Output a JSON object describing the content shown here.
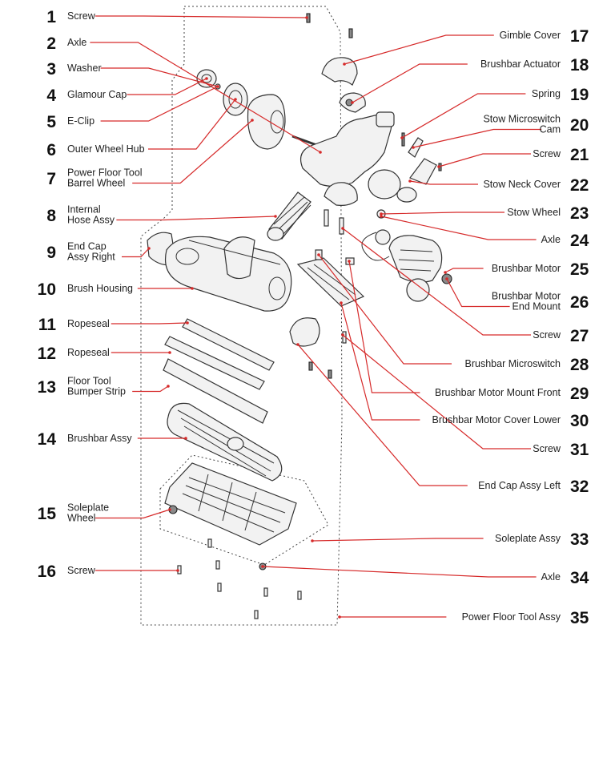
{
  "parts": [
    {
      "num": "1",
      "label": "Screw"
    },
    {
      "num": "2",
      "label": "Axle"
    },
    {
      "num": "3",
      "label": "Washer"
    },
    {
      "num": "4",
      "label": "Glamour Cap"
    },
    {
      "num": "5",
      "label": "E-Clip"
    },
    {
      "num": "6",
      "label": "Outer Wheel Hub"
    },
    {
      "num": "7",
      "label": "Power Floor Tool|Barrel Wheel"
    },
    {
      "num": "8",
      "label": "Internal|Hose Assy"
    },
    {
      "num": "9",
      "label": "End Cap|Assy Right"
    },
    {
      "num": "10",
      "label": "Brush Housing"
    },
    {
      "num": "11",
      "label": "Ropeseal"
    },
    {
      "num": "12",
      "label": "Ropeseal"
    },
    {
      "num": "13",
      "label": "Floor Tool|Bumper Strip"
    },
    {
      "num": "14",
      "label": "Brushbar Assy"
    },
    {
      "num": "15",
      "label": "Soleplate|Wheel"
    },
    {
      "num": "16",
      "label": "Screw"
    },
    {
      "num": "17",
      "label": "Gimble Cover"
    },
    {
      "num": "18",
      "label": "Brushbar Actuator"
    },
    {
      "num": "19",
      "label": "Spring"
    },
    {
      "num": "20",
      "label": "Stow Microswitch|Cam"
    },
    {
      "num": "21",
      "label": "Screw"
    },
    {
      "num": "22",
      "label": "Stow Neck Cover"
    },
    {
      "num": "23",
      "label": "Stow Wheel"
    },
    {
      "num": "24",
      "label": "Axle"
    },
    {
      "num": "25",
      "label": "Brushbar Motor"
    },
    {
      "num": "26",
      "label": "Brushbar Motor|End Mount"
    },
    {
      "num": "27",
      "label": "Screw"
    },
    {
      "num": "28",
      "label": "Brushbar Microswitch"
    },
    {
      "num": "29",
      "label": "Brushbar Motor Mount Front"
    },
    {
      "num": "30",
      "label": "Brushbar Motor Cover Lower"
    },
    {
      "num": "31",
      "label": "Screw"
    },
    {
      "num": "32",
      "label": "End Cap Assy Left"
    },
    {
      "num": "33",
      "label": "Soleplate Assy"
    },
    {
      "num": "34",
      "label": "Axle"
    },
    {
      "num": "35",
      "label": "Power Floor Tool Assy"
    }
  ],
  "colors": {
    "leader": "#d62a2a",
    "text": "#111111"
  }
}
